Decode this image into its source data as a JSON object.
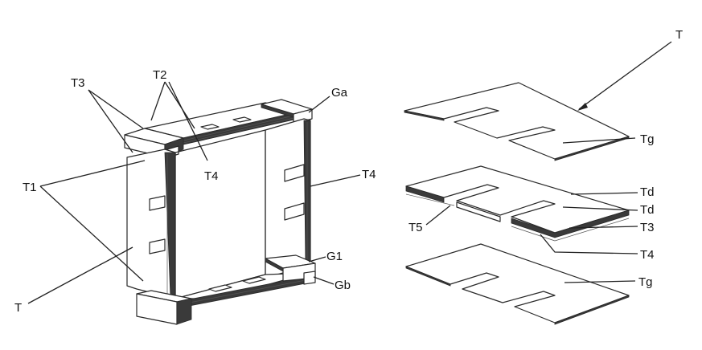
{
  "labels": {
    "T3": "T3",
    "T2": "T2",
    "Ga": "Ga",
    "T4_top": "T4",
    "T4_side": "T4",
    "T1": "T1",
    "G1": "G1",
    "Gb": "Gb",
    "T_left": "T",
    "T_right": "T",
    "Tg_top": "Tg",
    "Td_1": "Td",
    "Td_2": "Td",
    "T5": "T5",
    "T3_right": "T3",
    "T4_right": "T4",
    "Tg_bottom": "Tg"
  },
  "colors": {
    "line": "#222222",
    "shade": "#3a3a3a",
    "background": "#ffffff"
  }
}
